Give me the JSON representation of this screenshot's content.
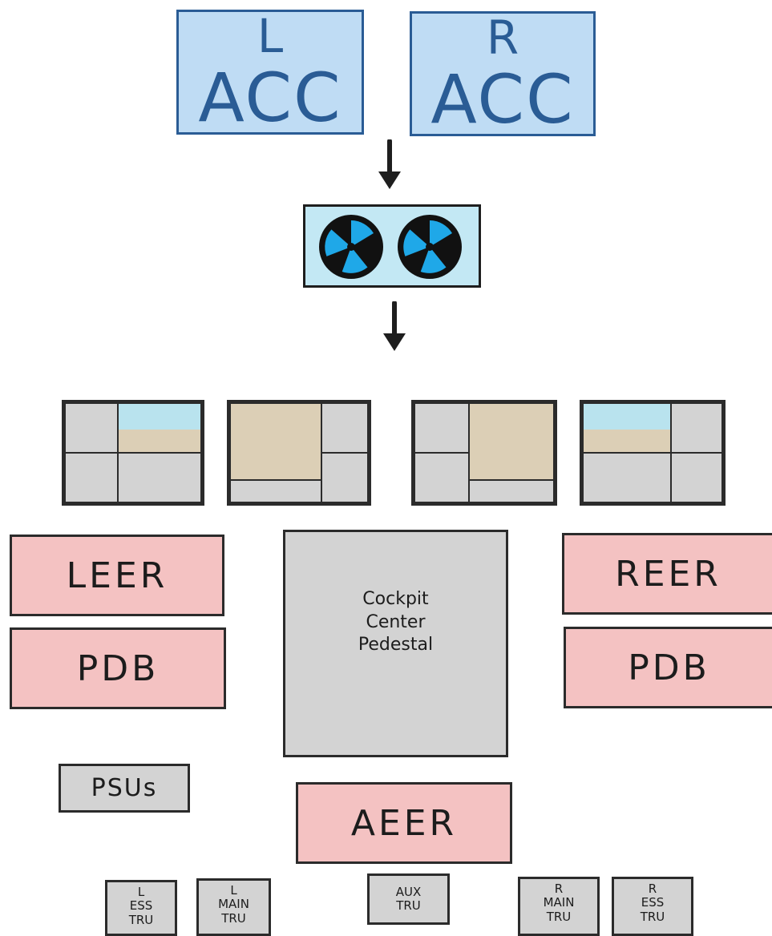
{
  "acc": {
    "left": {
      "side": "L",
      "name": "ACC"
    },
    "right": {
      "side": "R",
      "name": "ACC"
    }
  },
  "bays": {
    "leer": "LEER",
    "reer": "REER",
    "left_pdb": "PDB",
    "right_pdb": "PDB",
    "pedestal": [
      "Cockpit",
      "Center",
      "Pedestal"
    ],
    "psus": "PSUs",
    "aeer": "AEER"
  },
  "trus": [
    {
      "lines": [
        "L",
        "ESS",
        "TRU"
      ]
    },
    {
      "lines": [
        "L",
        "MAIN",
        "TRU"
      ]
    },
    {
      "lines": [
        "AUX",
        "TRU"
      ]
    },
    {
      "lines": [
        "R",
        "MAIN",
        "TRU"
      ]
    },
    {
      "lines": [
        "R",
        "ESS",
        "TRU"
      ]
    }
  ],
  "colors": {
    "acc_fill": "#bfdcf4",
    "acc_outline": "#2a5c95",
    "bay_pink": "#f4c2c2",
    "equipment_gray": "#d3d3d3",
    "panel_tan": "#dccfb6",
    "panel_lightblue": "#b9e3ee",
    "fan_blade": "#1fa8e8"
  },
  "icons": [
    "down-arrow-icon",
    "fan-icon"
  ]
}
